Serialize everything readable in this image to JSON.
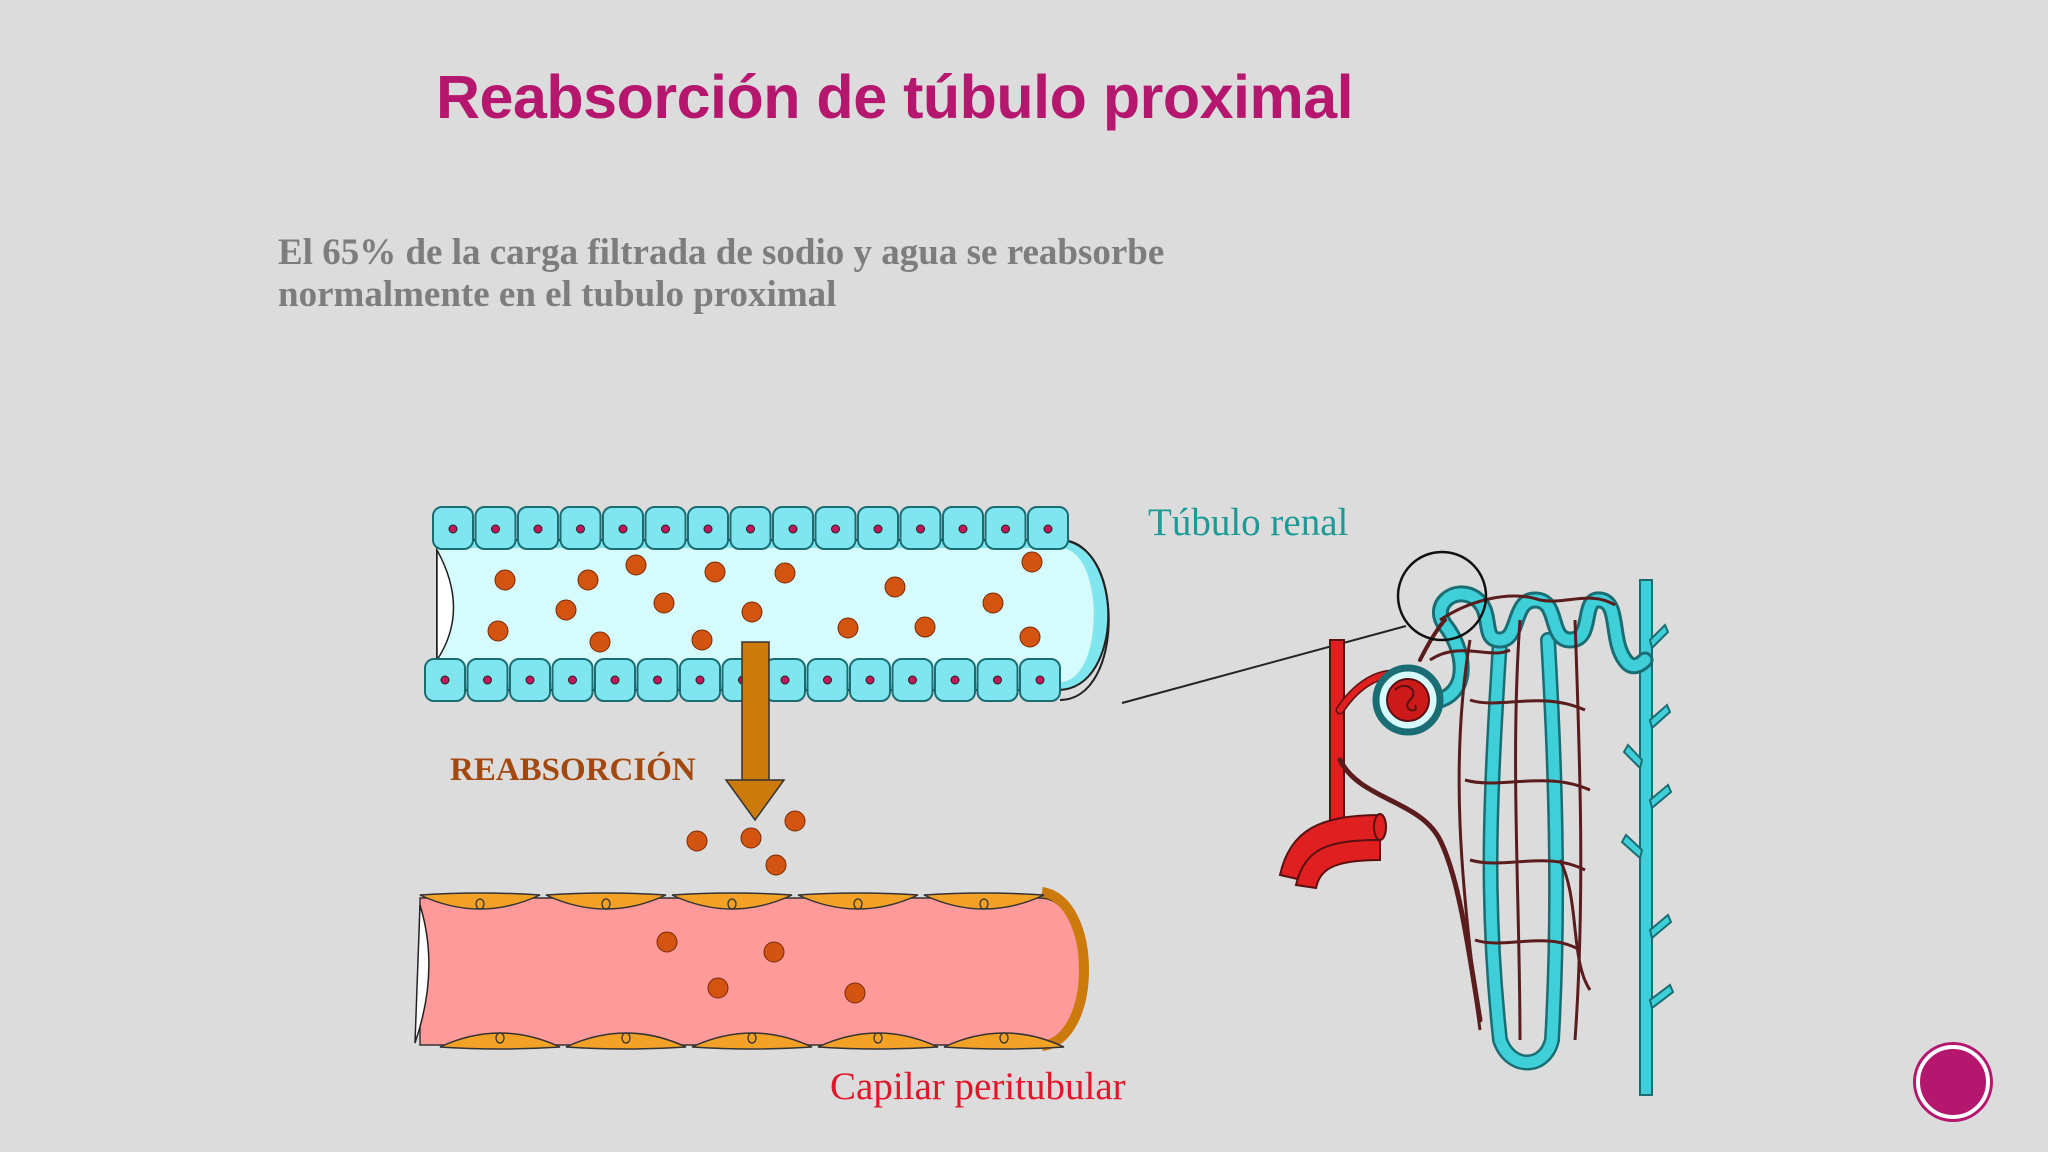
{
  "slide": {
    "title": "Reabsorción de túbulo proximal",
    "subtitle": "El 65% de la carga filtrada de sodio y agua se reabsorbe normalmente en el tubulo proximal"
  },
  "diagram": {
    "tubule_label": "Túbulo renal",
    "reabsorption_label": "REABSORCIÓN",
    "capillary_label": "Capilar peritubular"
  },
  "colors": {
    "title": "#b5176f",
    "subtitle": "#7d7d7d",
    "tubule_lumen": "#d6fbfc",
    "tubule_cells": "#7fe5ee",
    "capillary": "#ff9a9a",
    "endothelium": "#f4a128",
    "particles": "#d35410",
    "arrow": "#cc7a0c",
    "nephron_vessel": "#e02020",
    "nephron_tubule": "#3ecfd8"
  }
}
